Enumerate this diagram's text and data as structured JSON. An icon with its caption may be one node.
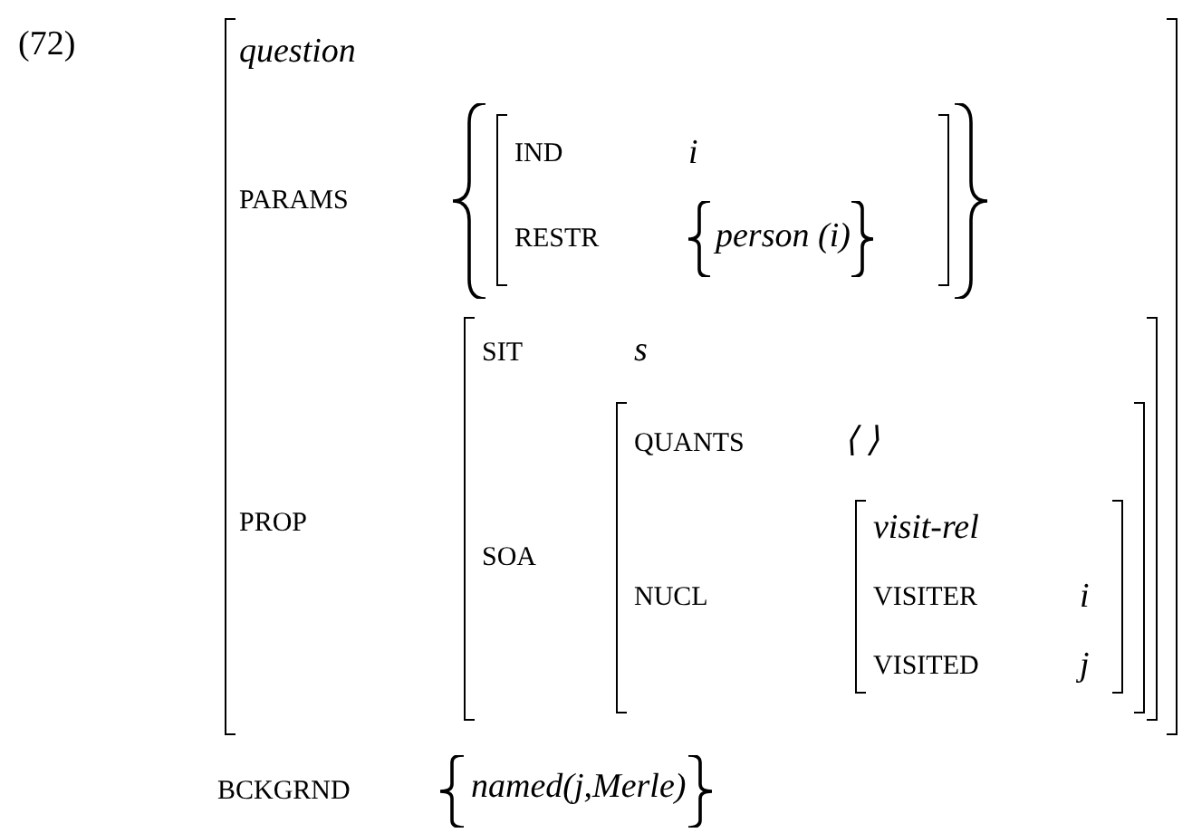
{
  "diagram": {
    "nodes": [
      {
        "text": [
          "question",
          "PARAMS",
          "PROP"
        ]
      },
      {
        "text": [
          "IND",
          "i",
          "RESTR",
          "*person* (*i*)"
        ],
        "in": 0
      },
      {
        "text": [
          "SIT",
          "s",
          "SOA"
        ],
        "in": 0
      },
      {
        "text": [
          "QUANTS",
          "⟨ ⟩",
          "NUCL"
        ],
        "in": 2
      },
      {
        "text": [
          "visit-rel",
          "VISITER",
          "i",
          "VISITED",
          "j"
        ],
        "in": 3
      }
    ],
    "labels": [
      "(72)",
      "BCKGRND",
      "*named*(*j*,*Merle*)"
    ]
  }
}
